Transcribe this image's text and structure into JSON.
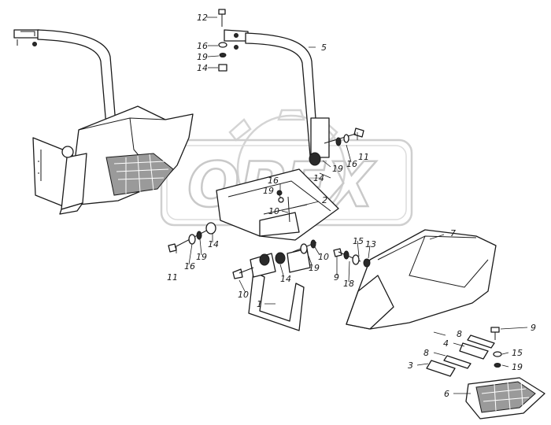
{
  "diagram": {
    "watermark": "OPEX",
    "callouts": [
      {
        "id": "c12",
        "text": "12"
      },
      {
        "id": "c16a",
        "text": "16"
      },
      {
        "id": "c19a",
        "text": "19"
      },
      {
        "id": "c14a",
        "text": "14"
      },
      {
        "id": "c5",
        "text": "5"
      },
      {
        "id": "c11a",
        "text": "11"
      },
      {
        "id": "c19b",
        "text": "19"
      },
      {
        "id": "c16b",
        "text": "16"
      },
      {
        "id": "c14b",
        "text": "14"
      },
      {
        "id": "c16c",
        "text": "16"
      },
      {
        "id": "c19c",
        "text": "19"
      },
      {
        "id": "c2",
        "text": "2"
      },
      {
        "id": "c10a",
        "text": "10"
      },
      {
        "id": "c7",
        "text": "7"
      },
      {
        "id": "c11b",
        "text": "11"
      },
      {
        "id": "c16d",
        "text": "16"
      },
      {
        "id": "c19d",
        "text": "19"
      },
      {
        "id": "c14c",
        "text": "14"
      },
      {
        "id": "c10b",
        "text": "10"
      },
      {
        "id": "c14d",
        "text": "14"
      },
      {
        "id": "c19e",
        "text": "19"
      },
      {
        "id": "c10c",
        "text": "10"
      },
      {
        "id": "c1",
        "text": "1"
      },
      {
        "id": "c9a",
        "text": "9"
      },
      {
        "id": "c18",
        "text": "18"
      },
      {
        "id": "c15a",
        "text": "15"
      },
      {
        "id": "c13",
        "text": "13"
      },
      {
        "id": "c9b",
        "text": "9"
      },
      {
        "id": "c8a",
        "text": "8"
      },
      {
        "id": "c4",
        "text": "4"
      },
      {
        "id": "c8b",
        "text": "8"
      },
      {
        "id": "c15b",
        "text": "15"
      },
      {
        "id": "c3",
        "text": "3"
      },
      {
        "id": "c19f",
        "text": "19"
      },
      {
        "id": "c6",
        "text": "6"
      }
    ]
  }
}
